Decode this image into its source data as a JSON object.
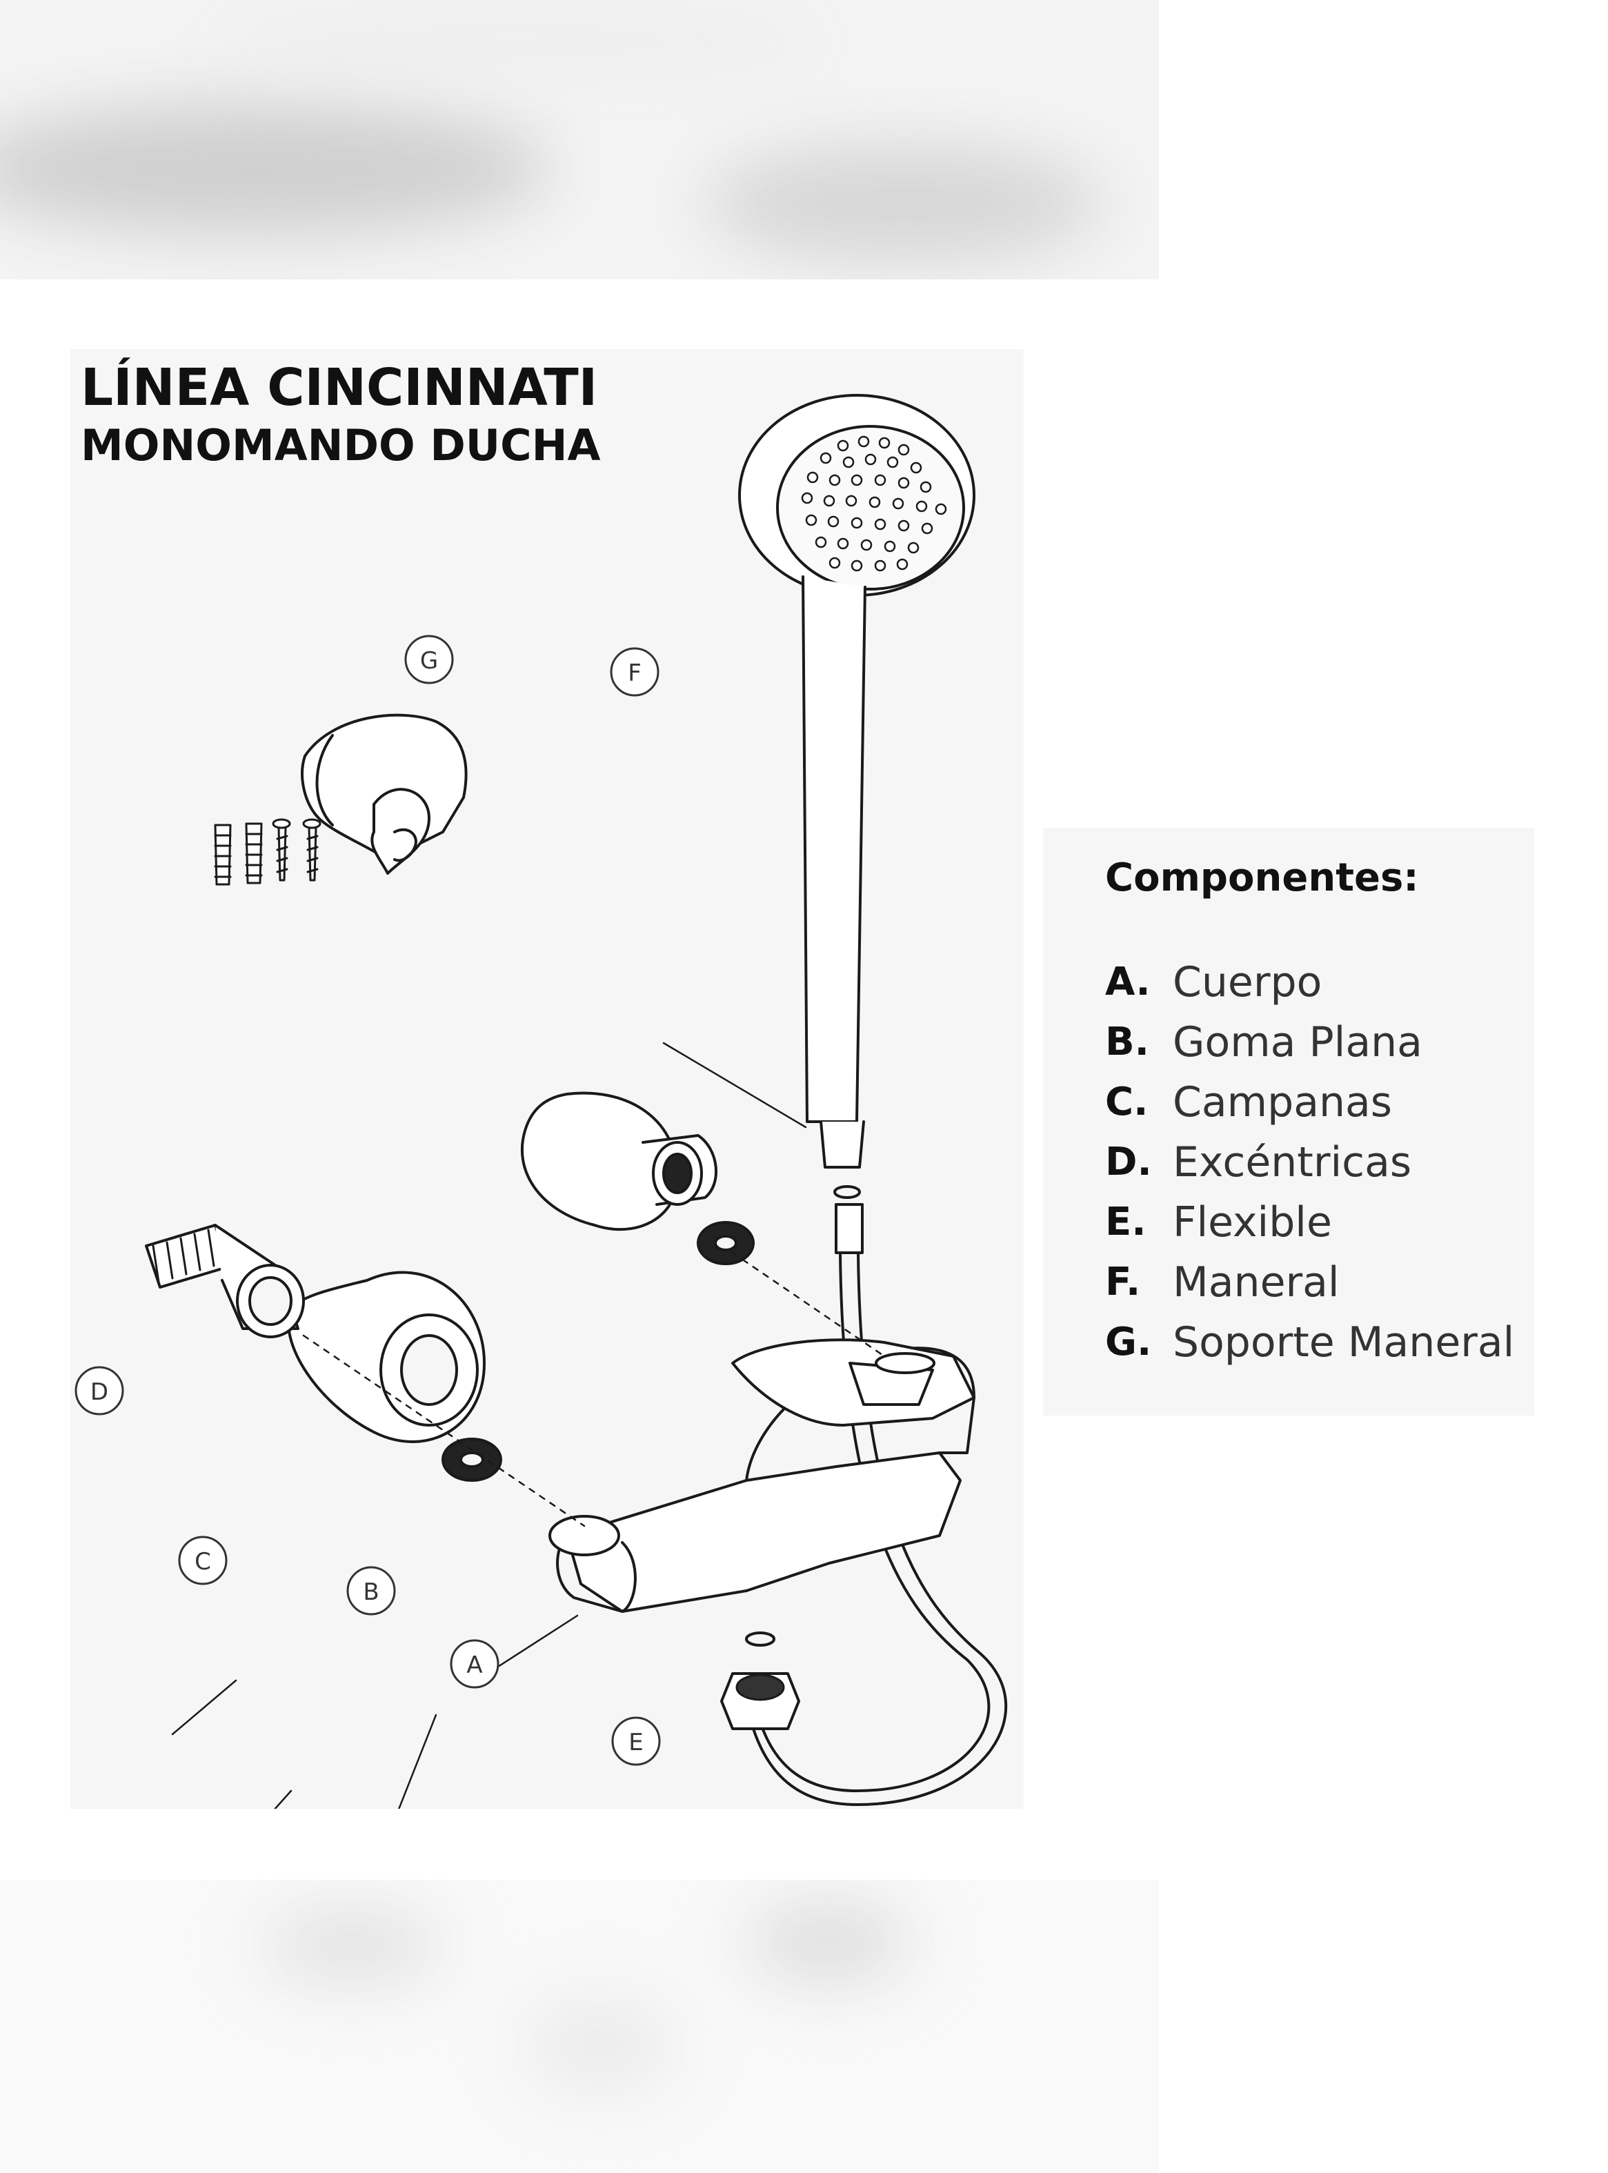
{
  "diagram": {
    "title_line1": "LÍNEA CINCINNATI",
    "title_line2": "MONOMANDO DUCHA",
    "callouts": {
      "a": "A",
      "b": "B",
      "c": "C",
      "d": "D",
      "e": "E",
      "f": "F",
      "g": "G"
    }
  },
  "components": {
    "heading": "Componentes:",
    "items": [
      {
        "letter": "A.",
        "name": "Cuerpo"
      },
      {
        "letter": "B.",
        "name": "Goma Plana"
      },
      {
        "letter": "C.",
        "name": "Campanas"
      },
      {
        "letter": "D.",
        "name": "Excéntricas"
      },
      {
        "letter": "E.",
        "name": "Flexible"
      },
      {
        "letter": "F.",
        "name": "Maneral"
      },
      {
        "letter": "G.",
        "name": "Soporte Maneral"
      }
    ]
  },
  "colors": {
    "line": "#1a1a1a",
    "panel_bg": "#f6f6f6",
    "page_bg": "#ffffff"
  }
}
